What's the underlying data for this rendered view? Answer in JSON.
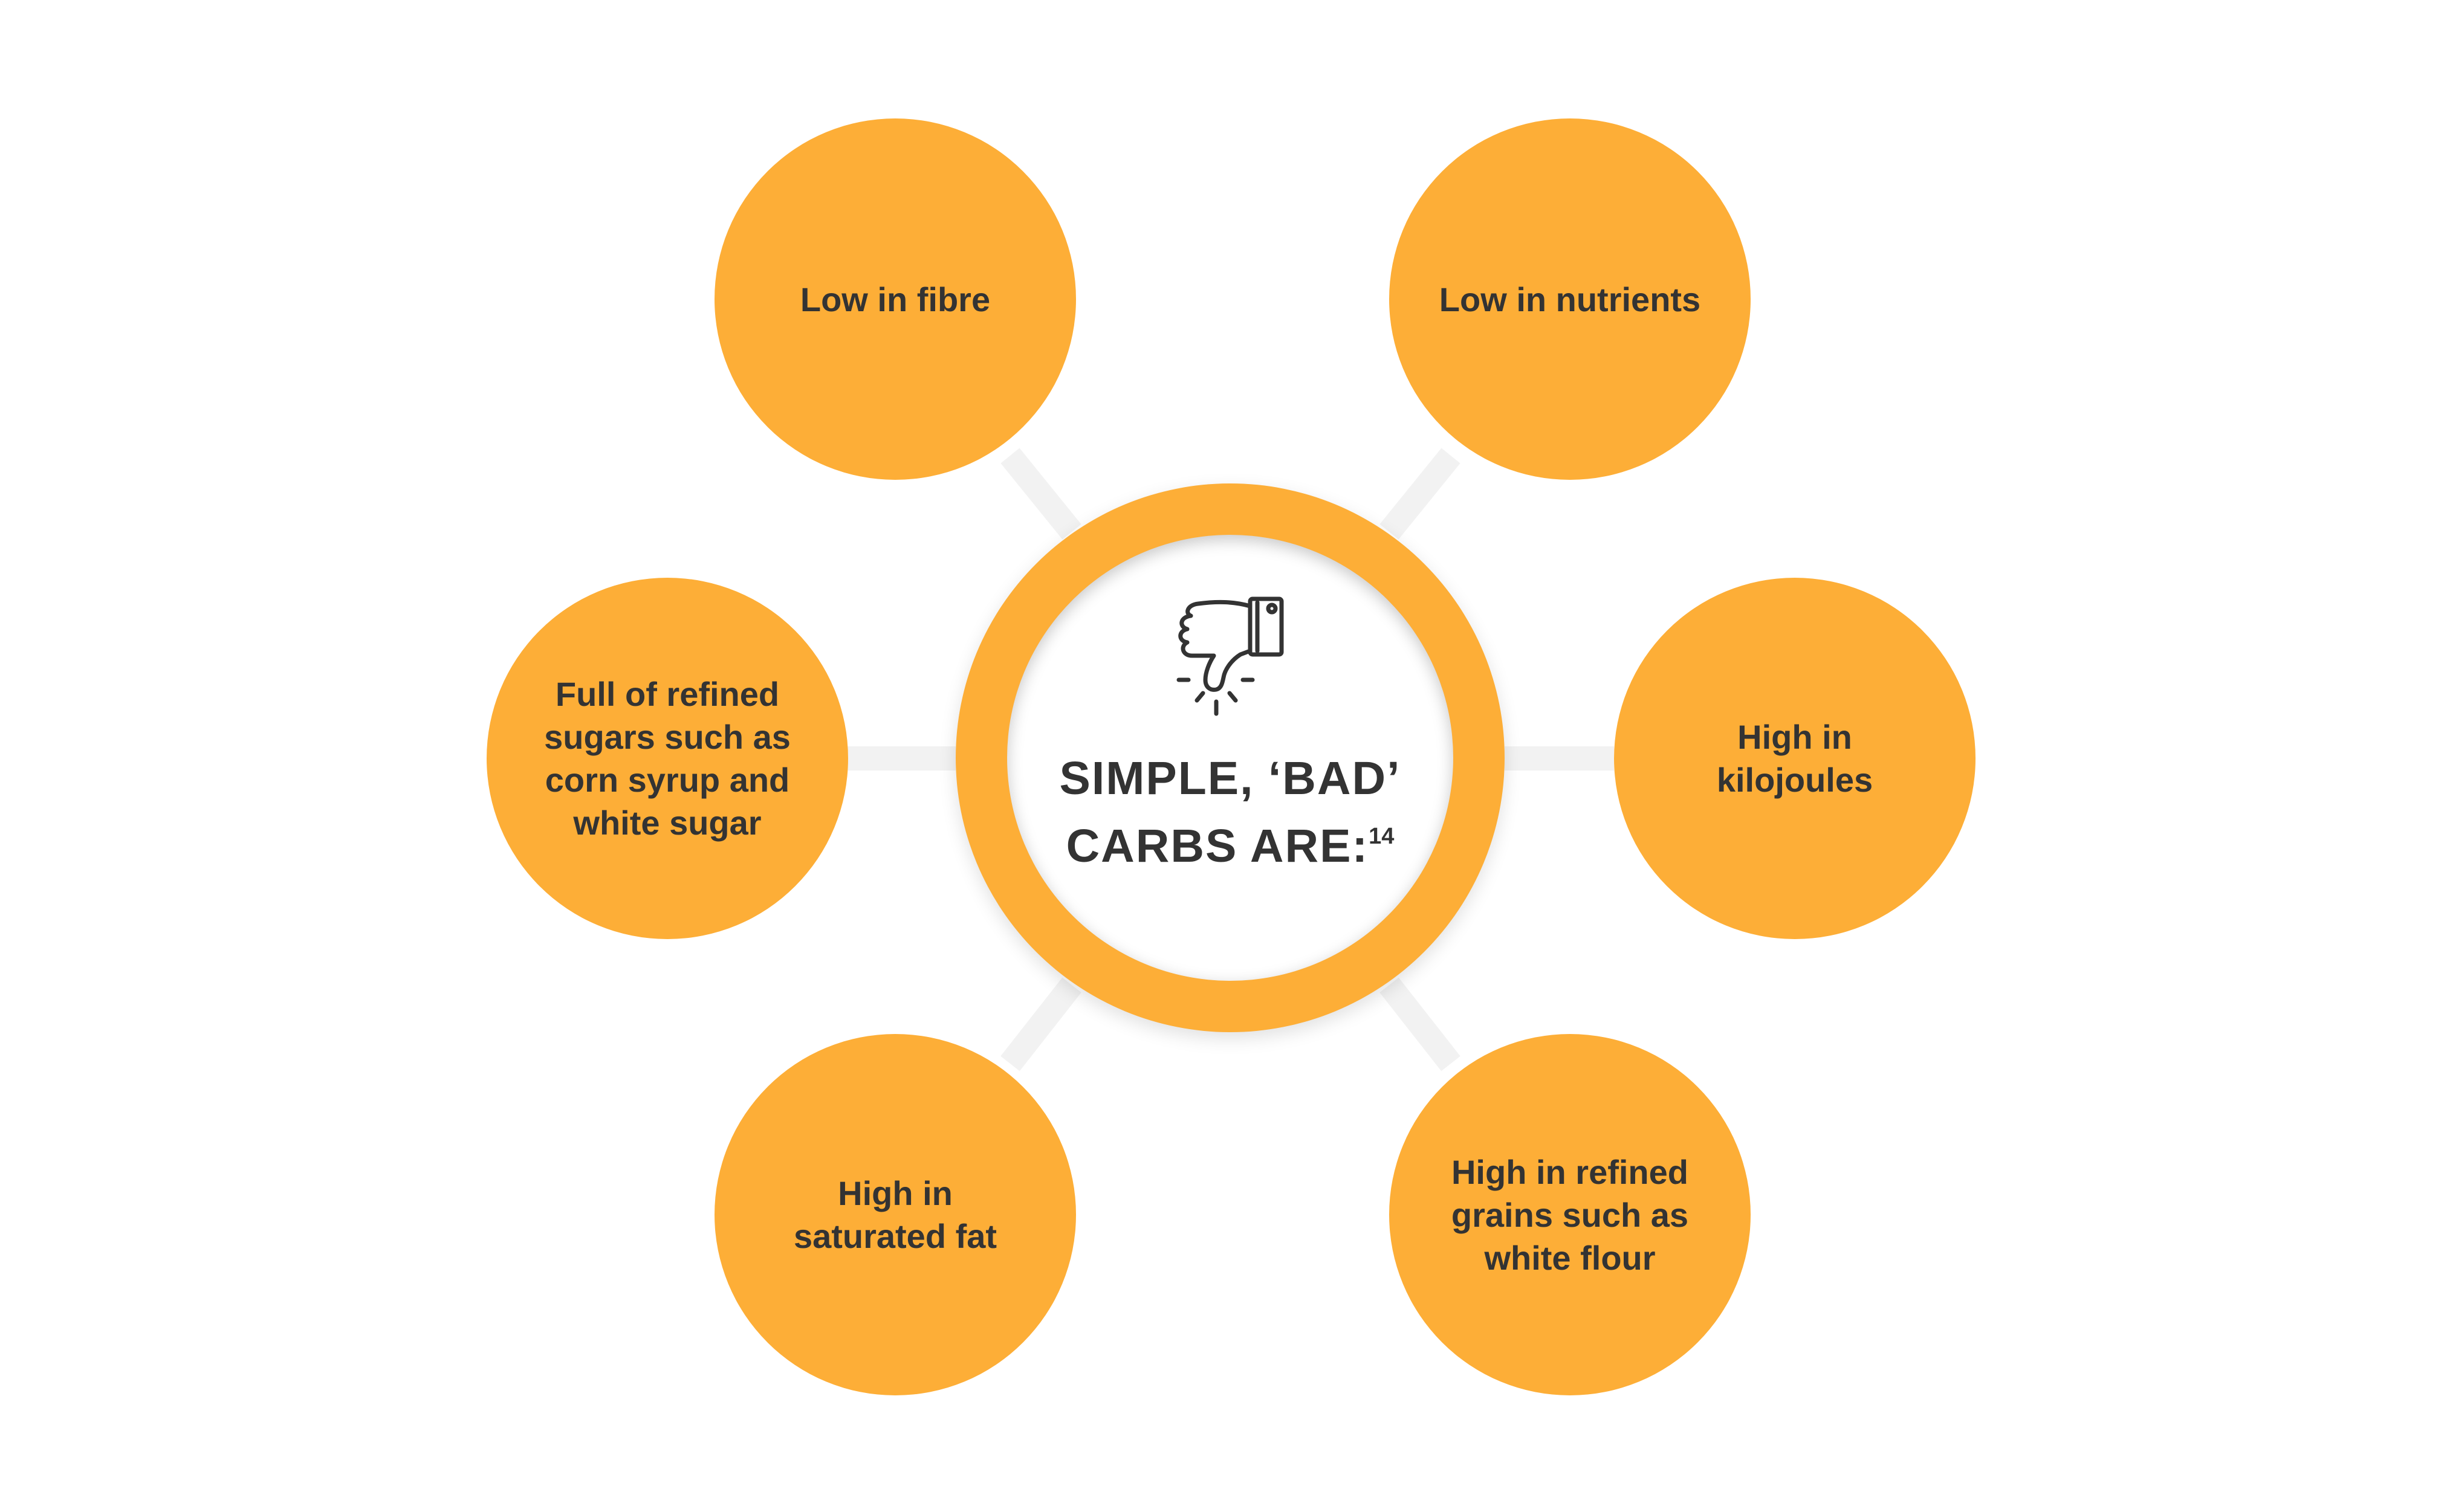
{
  "center": {
    "icon": "thumbs-down-icon",
    "title_line1": "SIMPLE, ‘BAD’",
    "title_line2": "CARBS ARE:",
    "footnote": "14"
  },
  "nodes": [
    {
      "label": "Low in fibre"
    },
    {
      "label": "Low in nutrients"
    },
    {
      "label": "Full of refined\nsugars such as\ncorn syrup and\nwhite sugar"
    },
    {
      "label": "High in kilojoules"
    },
    {
      "label": "High in\nsaturated fat"
    },
    {
      "label": "High in refined\ngrains such as\nwhite flour"
    }
  ],
  "colors": {
    "node_fill": "#fdae37",
    "text": "#333333",
    "connector": "#f2f2f2",
    "center_fill": "#ffffff"
  }
}
